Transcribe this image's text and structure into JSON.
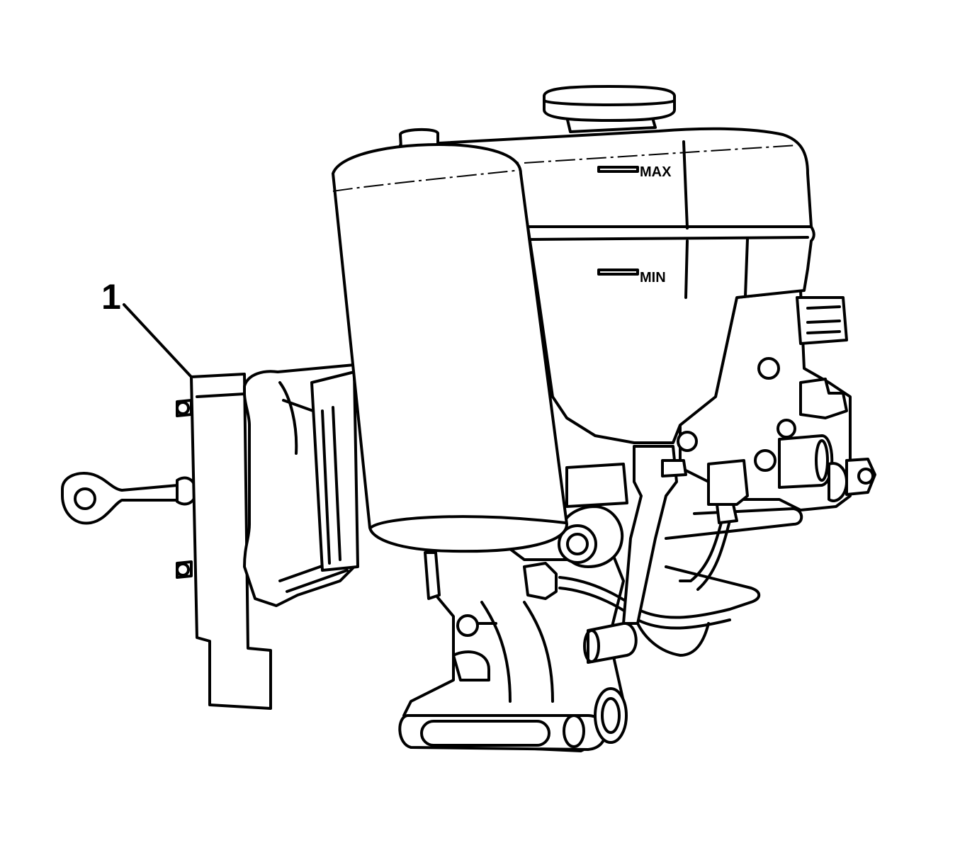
{
  "diagram": {
    "callouts": [
      {
        "label": "1"
      }
    ],
    "reservoir_marks": {
      "max": "MAX",
      "min": "MIN"
    }
  }
}
